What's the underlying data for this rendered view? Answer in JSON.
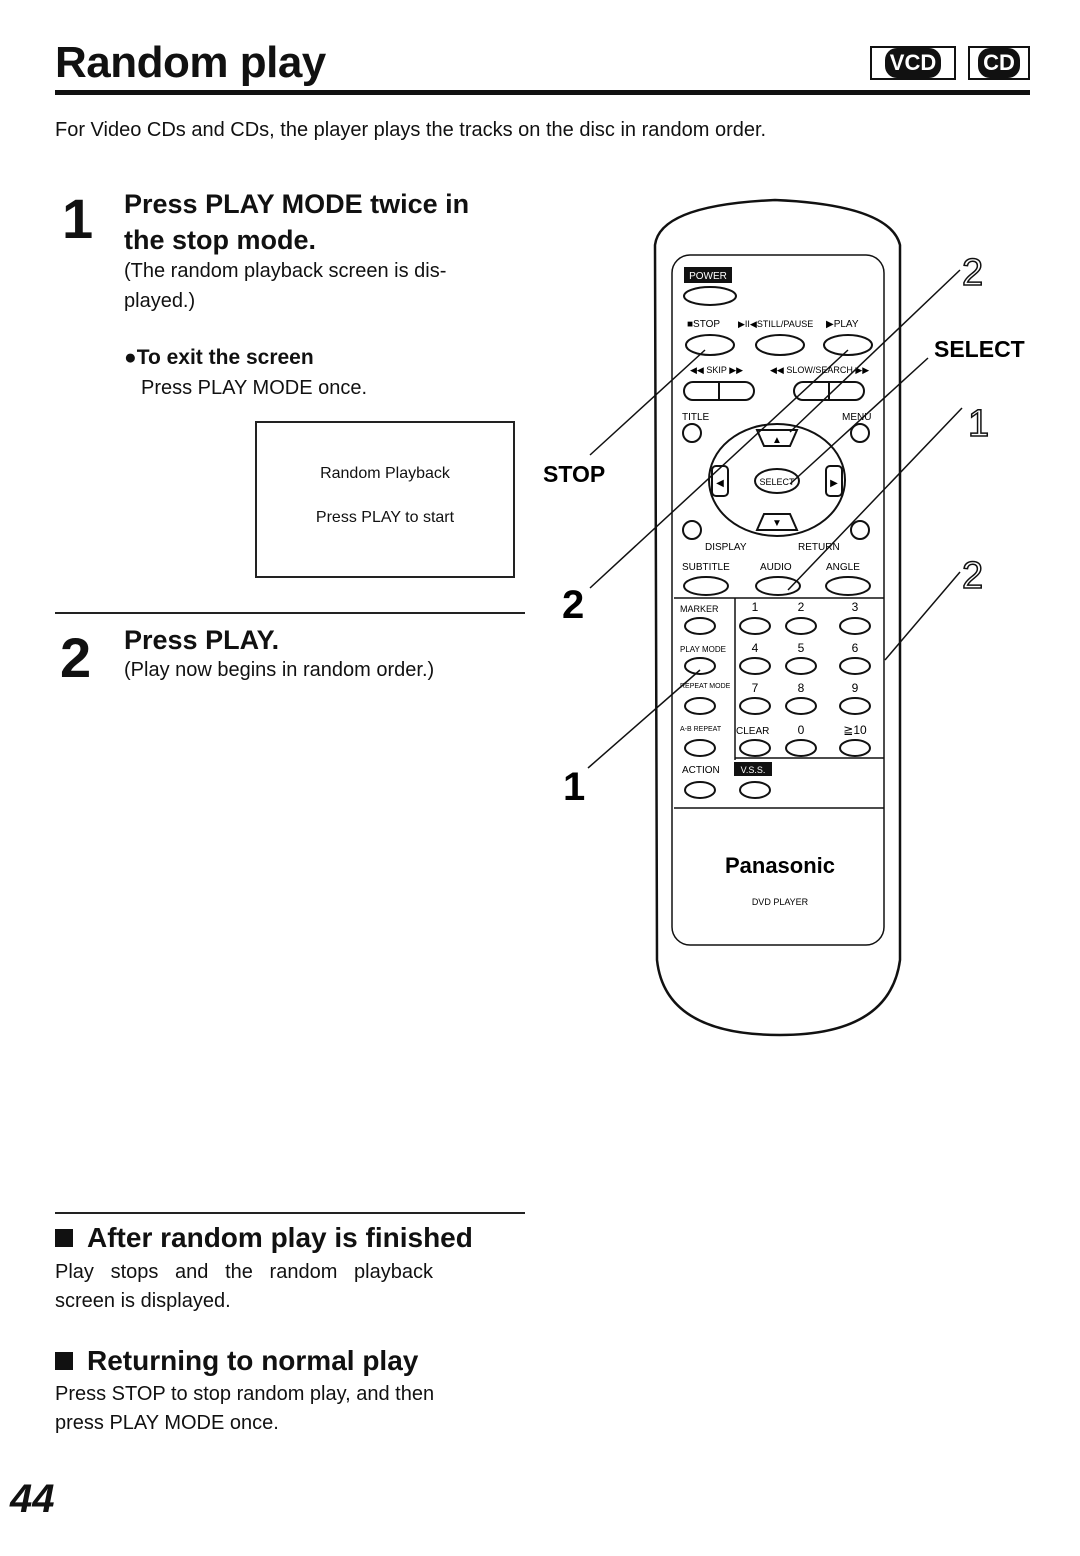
{
  "header": {
    "title": "Random play",
    "badges": [
      "VCD",
      "CD"
    ]
  },
  "intro": "For Video CDs and CDs, the player plays the tracks on the disc in random order.",
  "step1": {
    "number": "1",
    "heading_line1": "Press PLAY MODE twice in",
    "heading_line2": "the stop mode.",
    "note_line1": "(The random playback screen is dis-",
    "note_line2": "played.)",
    "exit_heading": "To exit the screen",
    "exit_text": "Press PLAY MODE once."
  },
  "screen": {
    "line1": "Random Playback",
    "line2": "Press PLAY to start"
  },
  "step2": {
    "number": "2",
    "heading": "Press PLAY.",
    "note": "(Play now begins in random order.)"
  },
  "after": {
    "heading": "After random play is finished",
    "text_line1": "Play   stops   and   the   random   playback",
    "text_line2": "screen is displayed."
  },
  "returning": {
    "heading": "Returning to normal play",
    "text_line1": "Press STOP to stop random play, and then",
    "text_line2": "press PLAY MODE once."
  },
  "page_number": "44",
  "remote": {
    "callout_stop": "STOP",
    "callout_select": "SELECT",
    "callout_1_left": "1",
    "callout_2_left": "2",
    "callout_1_right": "1",
    "callout_2_right_top": "2",
    "callout_2_right_bottom": "2",
    "power": "POWER",
    "stop_btn": "■STOP",
    "still_btn": "▶II◀STILL/PAUSE",
    "play_btn": "▶PLAY",
    "skip": "◀◀ SKIP ▶▶",
    "search": "◀◀ SLOW/SEARCH ▶▶",
    "title_btn": "TITLE",
    "menu_btn": "MENU",
    "select_btn": "SELECT",
    "display_btn": "DISPLAY",
    "return_btn": "RETURN",
    "subtitle_btn": "SUBTITLE",
    "audio_btn": "AUDIO",
    "angle_btn": "ANGLE",
    "marker_btn": "MARKER",
    "playmode_btn": "PLAY MODE",
    "repeat_mode_btn": "REPEAT MODE",
    "ab_repeat_btn": "A-B REPEAT",
    "clear_btn": "CLEAR",
    "action_btn": "ACTION",
    "vss_btn": "V.S.S.",
    "keys": [
      "1",
      "2",
      "3",
      "4",
      "5",
      "6",
      "7",
      "8",
      "9",
      "0",
      "≧10"
    ],
    "brand": "Panasonic",
    "model": "DVD PLAYER"
  }
}
